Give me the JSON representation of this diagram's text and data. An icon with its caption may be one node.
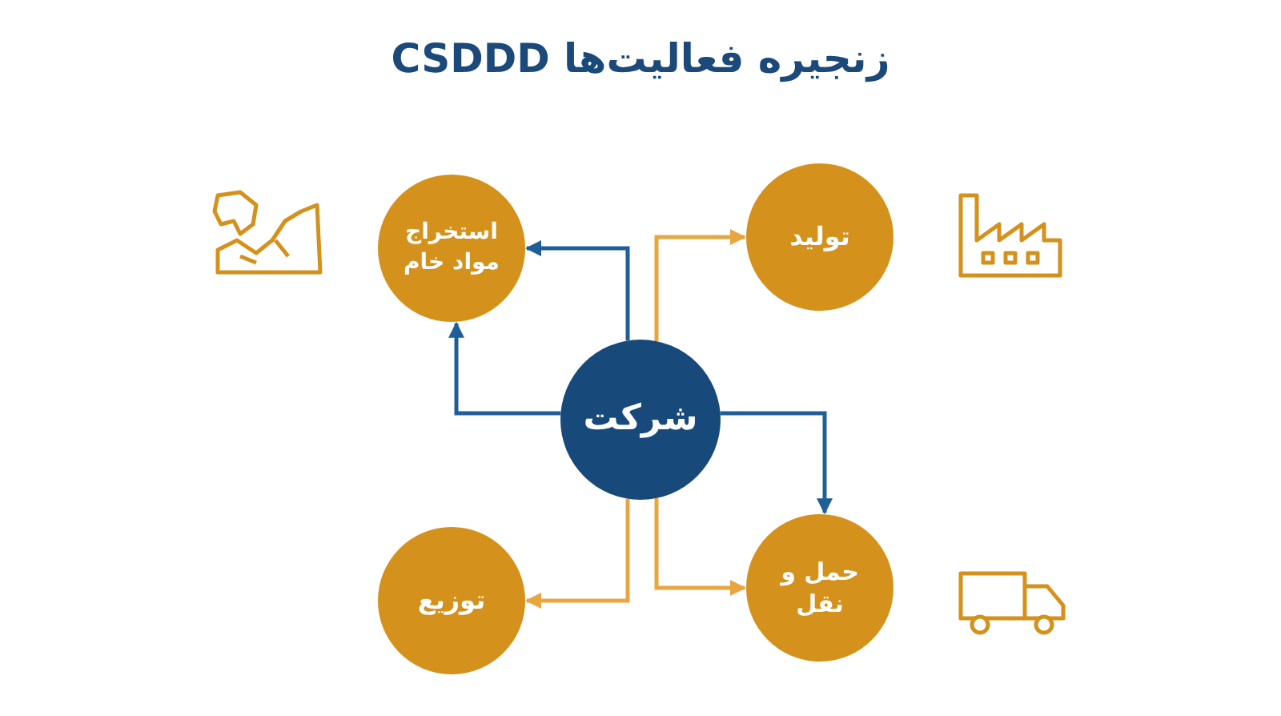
{
  "diagram": {
    "title": "زنجیره فعالیت‌ها CSDDD",
    "nodes": [
      {
        "text": [
          "شرکت"
        ]
      },
      {
        "text": [
          "استخراج مواد خام"
        ]
      },
      {
        "text": [
          "تولید"
        ]
      },
      {
        "text": [
          "توزیع"
        ]
      },
      {
        "text": [
          "حمل و نقل"
        ]
      }
    ],
    "edges": [
      {
        "from": 0,
        "to": 1,
        "arrow": "to",
        "color": "#1f5f99"
      },
      {
        "from": 0,
        "to": 1,
        "arrow": "to",
        "color": "#1f5f99"
      },
      {
        "from": 0,
        "to": 2,
        "arrow": "to",
        "color": "#e8a540"
      },
      {
        "from": 0,
        "to": 4,
        "arrow": "to",
        "color": "#1f5f99"
      },
      {
        "from": 0,
        "to": 3,
        "arrow": "to",
        "color": "#e8a540"
      },
      {
        "from": 0,
        "to": 4,
        "arrow": "to",
        "color": "#e8a540"
      }
    ]
  }
}
